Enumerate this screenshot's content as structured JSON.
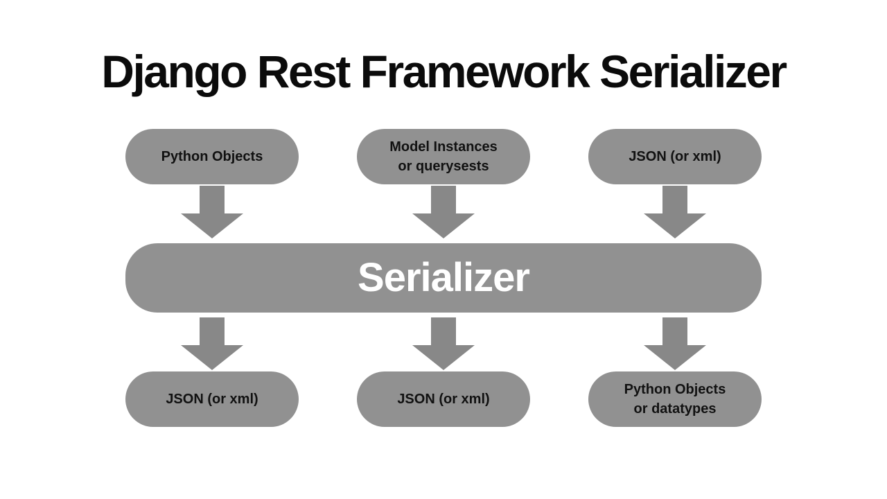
{
  "title": "Django Rest Framework Serializer",
  "colors": {
    "background": "#ffffff",
    "box_fill": "#919191",
    "arrow_fill": "#888888",
    "box_text": "#111111",
    "serializer_text": "#ffffff",
    "title_text": "#0b0b0b"
  },
  "top_row": [
    {
      "label": "Python Objects"
    },
    {
      "label": "Model Instances\nor querysests"
    },
    {
      "label": "JSON (or xml)"
    }
  ],
  "serializer": {
    "label": "Serializer"
  },
  "bottom_row": [
    {
      "label": "JSON (or xml)"
    },
    {
      "label": "JSON (or xml)"
    },
    {
      "label": "Python Objects\nor datatypes"
    }
  ],
  "icons": {
    "arrow": "down-arrow-icon"
  }
}
